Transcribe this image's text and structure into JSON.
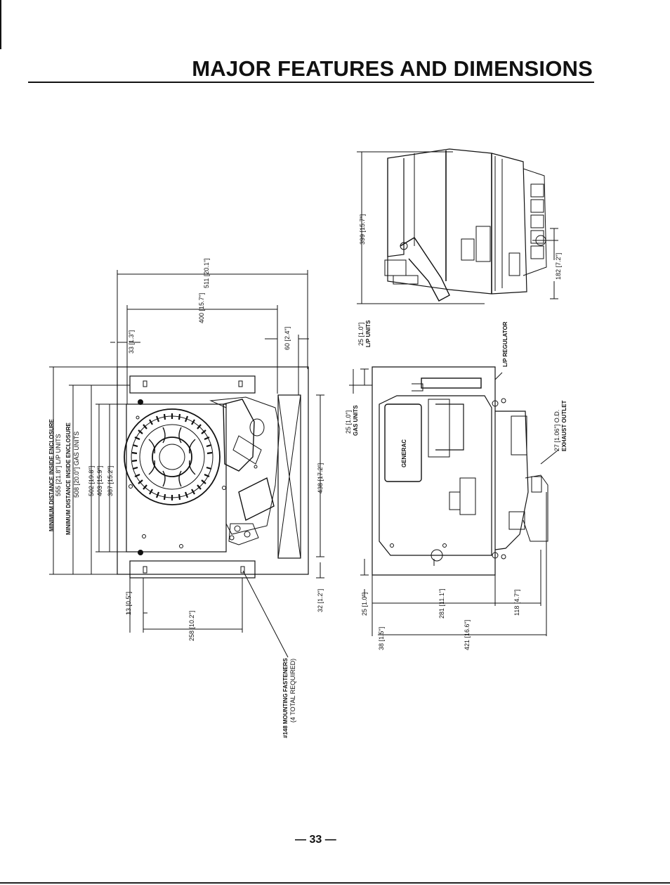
{
  "title": "MAJOR FEATURES AND DIMENSIONS",
  "page_number": "— 33 —",
  "labels": {
    "min_enclosure_lp_1": "MINIMUM DISTANCE INSIDE ENCLOSURE",
    "min_enclosure_lp_2": "555 [21.8\"] L/P UNITS",
    "min_enclosure_gas_1": "MINIMUM DISTANCE INSIDE ENCLOSURE",
    "min_enclosure_gas_2": "508 [20.0\"] GAS UNITS",
    "dim_502": "502 [19.8\"]",
    "dim_403": "403 [15.9\"]",
    "dim_387": "387 [15.2\"]",
    "dim_511": "511 [20.1\"]",
    "dim_400": "400 [15.7\"]",
    "dim_33": "33 [1.3\"]",
    "dim_60": "60 [2.4\"]",
    "dim_438": "438 [17.2\"]",
    "dim_13": "13 [0.5\"]",
    "dim_258": "258 [10.2\"]",
    "dim_32": "32 [1.2\"]",
    "fasteners_1": "#148 MOUNTING FASTENERS",
    "fasteners_2": "(4 TOTAL REQUIRED)",
    "dim_399": "399 [15.7\"]",
    "dim_182": "182 [7.2\"]",
    "dim_25_lp_1": "25 [1.0\"]",
    "dim_25_lp_2": "L/P UNITS",
    "lp_regulator": "L/P REGULATOR",
    "dim_25_gas_1": "25 [1.0\"]",
    "dim_25_gas_2": "GAS UNITS",
    "exhaust_1": "27 [1.06\"] O.D.",
    "exhaust_2": "EXHAUST OUTLET",
    "dim_25_bottom": "25 [1.0\"]",
    "dim_281": "281 [11.1\"]",
    "dim_118": "118 [4.7\"]",
    "dim_38": "38 [1.5\"]",
    "dim_421": "421 [16.6\"]",
    "brand": "GENERAC"
  }
}
